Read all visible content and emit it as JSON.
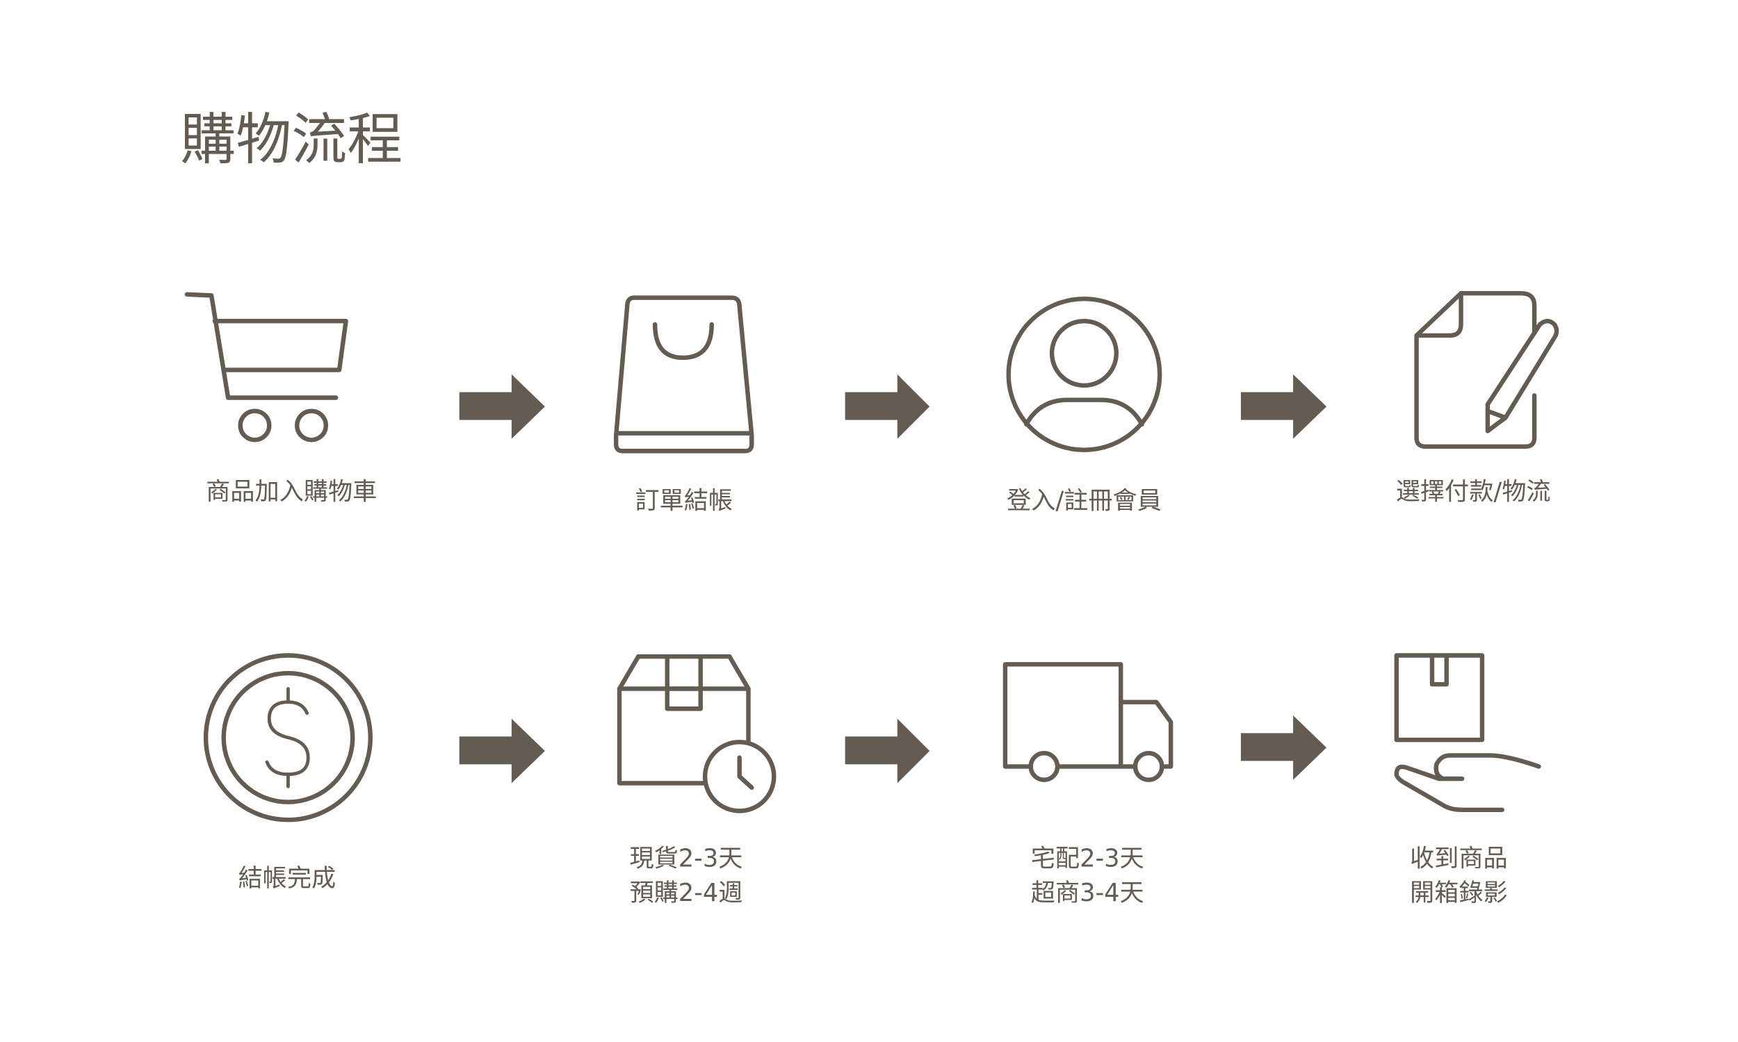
{
  "title": "購物流程",
  "colors": {
    "primary": "#645b52",
    "background": "#ffffff"
  },
  "steps": [
    {
      "icon": "shopping-cart-icon",
      "lines": [
        "商品加入購物車"
      ]
    },
    {
      "icon": "shopping-bag-icon",
      "lines": [
        "訂單結帳"
      ]
    },
    {
      "icon": "user-circle-icon",
      "lines": [
        "登入/註冊會員"
      ]
    },
    {
      "icon": "document-pencil-icon",
      "lines": [
        "選擇付款/物流"
      ]
    },
    {
      "icon": "dollar-coin-icon",
      "lines": [
        "結帳完成"
      ]
    },
    {
      "icon": "box-clock-icon",
      "lines": [
        "現貨2-3天",
        "預購2-4週"
      ]
    },
    {
      "icon": "delivery-truck-icon",
      "lines": [
        "宅配2-3天",
        "超商3-4天"
      ]
    },
    {
      "icon": "hand-box-icon",
      "lines": [
        "收到商品",
        "開箱錄影"
      ]
    }
  ]
}
